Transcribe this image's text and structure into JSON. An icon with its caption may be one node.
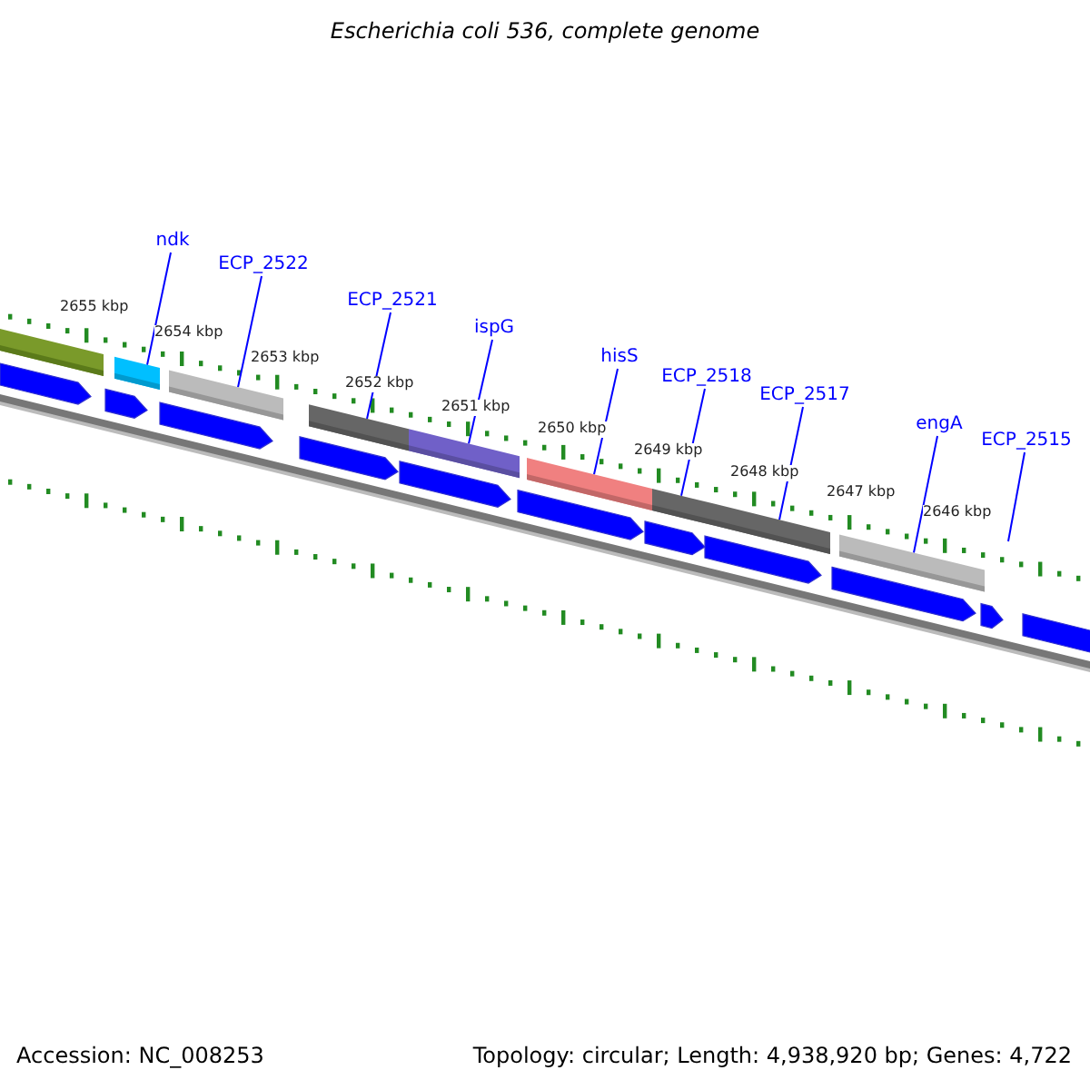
{
  "diagram": {
    "title": "Escherichia coli 536, complete genome",
    "nodes": [
      {
        "text": [
          "ndk"
        ]
      },
      {
        "text": [
          "ECP_2522"
        ]
      },
      {
        "text": [
          "ECP_2521"
        ]
      },
      {
        "text": [
          "ispG"
        ]
      },
      {
        "text": [
          "hisS"
        ]
      },
      {
        "text": [
          "ECP_2518"
        ]
      },
      {
        "text": [
          "ECP_2517"
        ]
      },
      {
        "text": [
          "engA"
        ]
      },
      {
        "text": [
          "ECP_2515"
        ]
      },
      {
        "text": [],
        "shape": "bar"
      },
      {
        "text": [],
        "shape": "bar"
      },
      {
        "text": [],
        "shape": "bar"
      },
      {
        "text": [],
        "shape": "bar"
      },
      {
        "text": [],
        "shape": "bar"
      },
      {
        "text": [],
        "shape": "bar"
      },
      {
        "text": [],
        "shape": "bar"
      },
      {
        "text": [],
        "shape": "bar"
      }
    ],
    "edges": [
      {
        "from": 0,
        "to": 9,
        "arrow": "none"
      },
      {
        "from": 1,
        "to": 10,
        "arrow": "none"
      },
      {
        "from": 2,
        "to": 11,
        "arrow": "none"
      },
      {
        "from": 3,
        "to": 12,
        "arrow": "none"
      },
      {
        "from": 4,
        "to": 13,
        "arrow": "none"
      },
      {
        "from": 5,
        "to": 14,
        "arrow": "none"
      },
      {
        "from": 6,
        "to": 15,
        "arrow": "none"
      },
      {
        "from": 7,
        "to": 16,
        "arrow": "none"
      },
      {
        "from": 8,
        "to": null,
        "arrow": "none"
      }
    ],
    "labels": [
      "2655 kbp",
      "2654 kbp",
      "2653 kbp",
      "2652 kbp",
      "2651 kbp",
      "2650 kbp",
      "2649 kbp",
      "2648 kbp",
      "2647 kbp",
      "2646 kbp",
      "Accession: NC_008253",
      "Topology: circular; Length: 4,938,920 bp; Genes: 4,722"
    ]
  }
}
